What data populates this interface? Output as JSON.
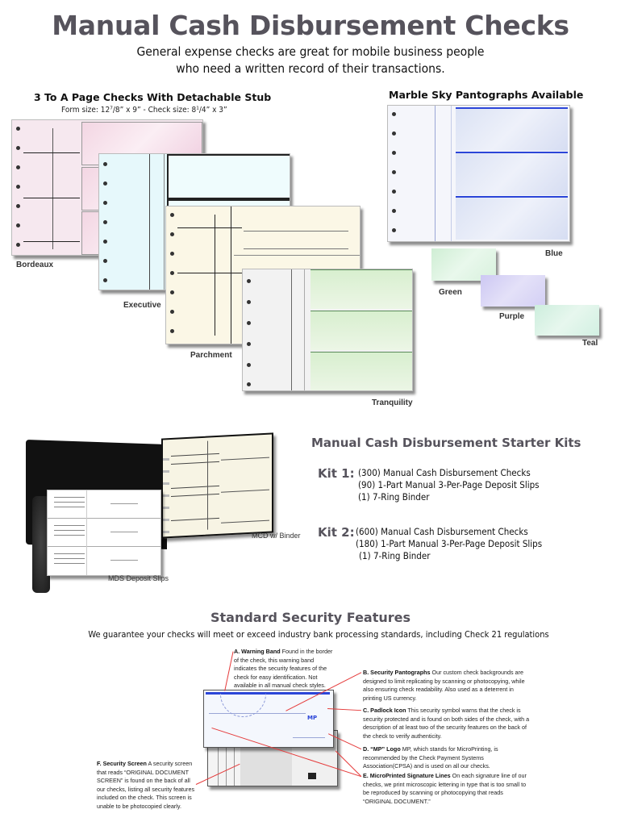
{
  "header": {
    "title": "Manual Cash Disbursement Checks",
    "subtitle_line1": "General expense checks are great for mobile business people",
    "subtitle_line2": "who need a written record of their transactions."
  },
  "three_to_page": {
    "heading": "3 To A Page Checks With Detachable Stub",
    "form_size": "Form size: 12⁷/8” x 9” - Check size: 8¹/4” x 3”",
    "styles": [
      {
        "label": "Bordeaux",
        "color": "#f6e8ef"
      },
      {
        "label": "Executive",
        "color": "#e6f8fb"
      },
      {
        "label": "Parchment",
        "color": "#fbf7e6"
      },
      {
        "label": "Tranquility",
        "color": "#e4f3dc"
      }
    ]
  },
  "marble_sky": {
    "heading": "Marble Sky Pantographs Available",
    "swatches": [
      {
        "label": "Blue",
        "color": "#dfe6f6"
      },
      {
        "label": "Green",
        "color": "#dff3e3"
      },
      {
        "label": "Purple",
        "color": "#dcd8f6"
      },
      {
        "label": "Teal",
        "color": "#dcf3ea"
      }
    ]
  },
  "binder": {
    "mcd_label": "MCD w/ Binder",
    "mds_label": "MDS Deposit Slips"
  },
  "starter_kits": {
    "heading": "Manual Cash Disbursement Starter Kits",
    "kits": [
      {
        "label": "Kit 1:",
        "items": [
          "(300) Manual Cash Disbursement Checks",
          "(90) 1-Part Manual 3-Per-Page Deposit Slips",
          "(1) 7-Ring Binder"
        ]
      },
      {
        "label": "Kit 2:",
        "items": [
          "(600) Manual Cash Disbursement Checks",
          "(180) 1-Part Manual 3-Per-Page Deposit Slips",
          "(1) 7-Ring Binder"
        ]
      }
    ]
  },
  "security": {
    "heading": "Standard Security Features",
    "subheading": "We guarantee your checks will meet or exceed industry bank processing standards, including Check 21 regulations",
    "features": [
      {
        "id": "A",
        "title": "A. Warning Band",
        "text": "Found in the border of the check, this warning band indicates the security features of the check for easy identification. Not available in all manual check styles."
      },
      {
        "id": "B",
        "title": "B. Security Pantographs",
        "text": "Our custom check backgrounds are designed to limit replicating by scanning or photocopying, while also ensuring check readability.  Also used as a deterrent in printing US currency."
      },
      {
        "id": "C",
        "title": "C. Padlock Icon",
        "text": "This security symbol warns that the check is security protected and is found on both sides of the check, with a description of at least two of the security features on the back of the check to verify authenticity."
      },
      {
        "id": "D",
        "title": "D. “MP”  Logo",
        "text": "MP, which stands for MicroPrinting, is recommended by the Check Payment Systems Association(CPSA) and is used on all our checks."
      },
      {
        "id": "E",
        "title": "E. MicroPrinted Signature  Lines",
        "text": "On each signature line of our checks, we print microscopic lettering in type that is too small to be reproduced by scanning or photocopying that reads “ORIGINAL DOCUMENT.”"
      },
      {
        "id": "F",
        "title": "F. Security Screen",
        "text": "A security screen that reads “ORIGINAL DOCUMENT SCREEN” is found on the back of all our checks, listing all security features included on the check. This screen is unable to be photocopied clearly."
      }
    ],
    "arrow_color": "#e53b3b"
  }
}
